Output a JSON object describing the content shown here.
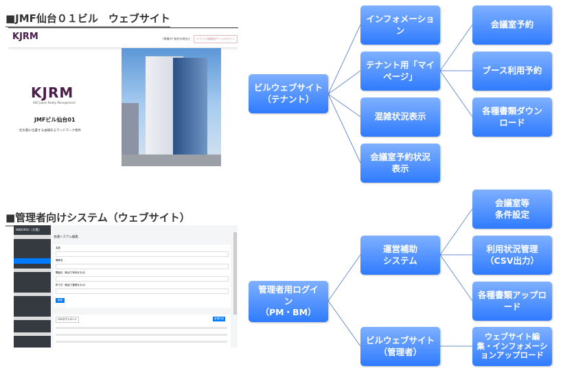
{
  "sections": [
    {
      "title": "■JMF仙台０１ビル　ウェブサイト"
    },
    {
      "title": "■管理者向けシステム（ウェブサイト）"
    }
  ],
  "tenant_site": {
    "logo": "KJRM",
    "logo_sub": "KKR Japan Realty Management",
    "header_text": "[準備中] 物件お問合せ",
    "login_button": "テナント様専用ページログイン",
    "building_name": "JMFビル仙台01",
    "tagline": "杜の都に位置する由緒あるランドマーク物件"
  },
  "admin_site": {
    "sidebar_title": "INDORGI（大阪）",
    "page_title": "会議システム編集",
    "fields": [
      "名前",
      "略称名",
      "開始日（時点で有効なもの）",
      "終了日（指定で登録なもの）"
    ],
    "submit": "検索",
    "download_button": "CSVダウンロード",
    "new_button": "新規作成",
    "accent": "#007bff"
  },
  "diagram_top": {
    "root": "ビルウェブサイト\n（テナント）",
    "level2": [
      "インフォメーション",
      "テナント用「マイ\nページ」",
      "混雑状況表示",
      "会議室予約状況\n表示"
    ],
    "level3": [
      "会議室予約",
      "ブース利用予約",
      "各種書類ダウン\nロード"
    ]
  },
  "diagram_bottom": {
    "root": "管理者用ログイ\nン\n（PM・BM）",
    "level2": [
      "運営補助\nシステム",
      "ビルウェブサイト\n（管理者）"
    ],
    "level3": [
      "会議室等\n条件設定",
      "利用状況管理\n（CSV出力）",
      "各種書類アップロ\nード",
      "ウェブサイト編\n集・インフォメーシ\nョンアップロード"
    ]
  },
  "colors": {
    "box_top": "#7fb0ff",
    "box_bottom": "#2f7bff",
    "connector": "#6a8fd0",
    "logo": "#4a1c4a"
  }
}
